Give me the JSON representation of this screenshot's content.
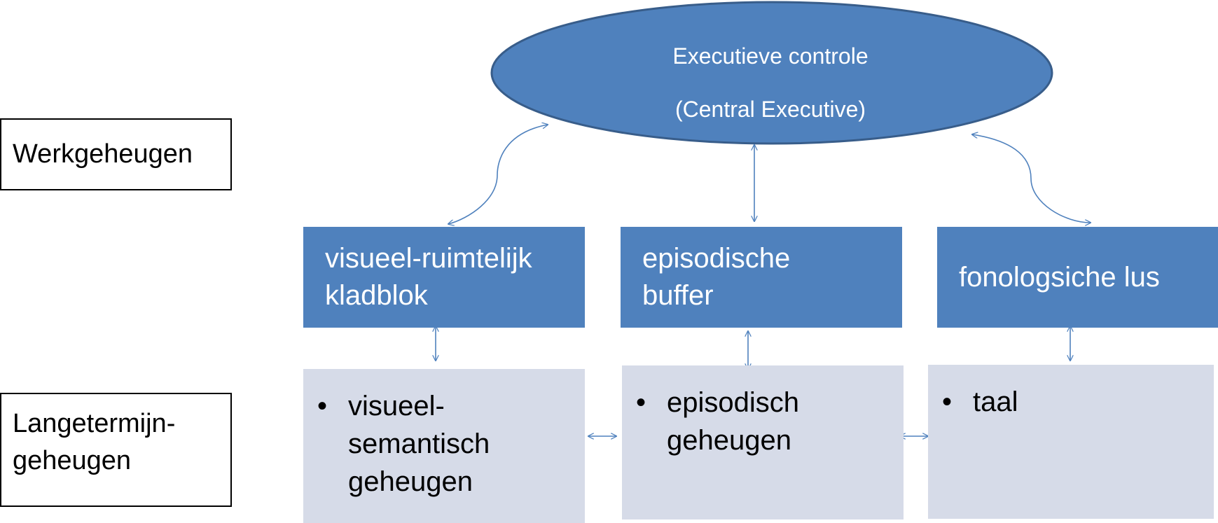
{
  "executive": {
    "line1": "Executieve controle",
    "line2": "(Central Executive)"
  },
  "labels": {
    "working_memory": "Werkgeheugen",
    "long_term_line1": "Langetermijn-",
    "long_term_line2": "geheugen"
  },
  "components": {
    "visuospatial_line1": "visueel-ruimtelijk",
    "visuospatial_line2": "kladblok",
    "episodic_line1": "episodische",
    "episodic_line2": "buffer",
    "phonological": "fonologsiche lus"
  },
  "long_term_stores": {
    "bullet": "•",
    "visual_semantic_line1": "visueel-",
    "visual_semantic_line2": "semantisch",
    "visual_semantic_line3": "geheugen",
    "episodic_line1": "episodisch",
    "episodic_line2": "geheugen",
    "language": "taal"
  },
  "colors": {
    "primary_blue": "#4f81bd",
    "ellipse_border": "#385d8a",
    "light_box": "#d6dbe8",
    "arrow": "#4f81bd"
  }
}
